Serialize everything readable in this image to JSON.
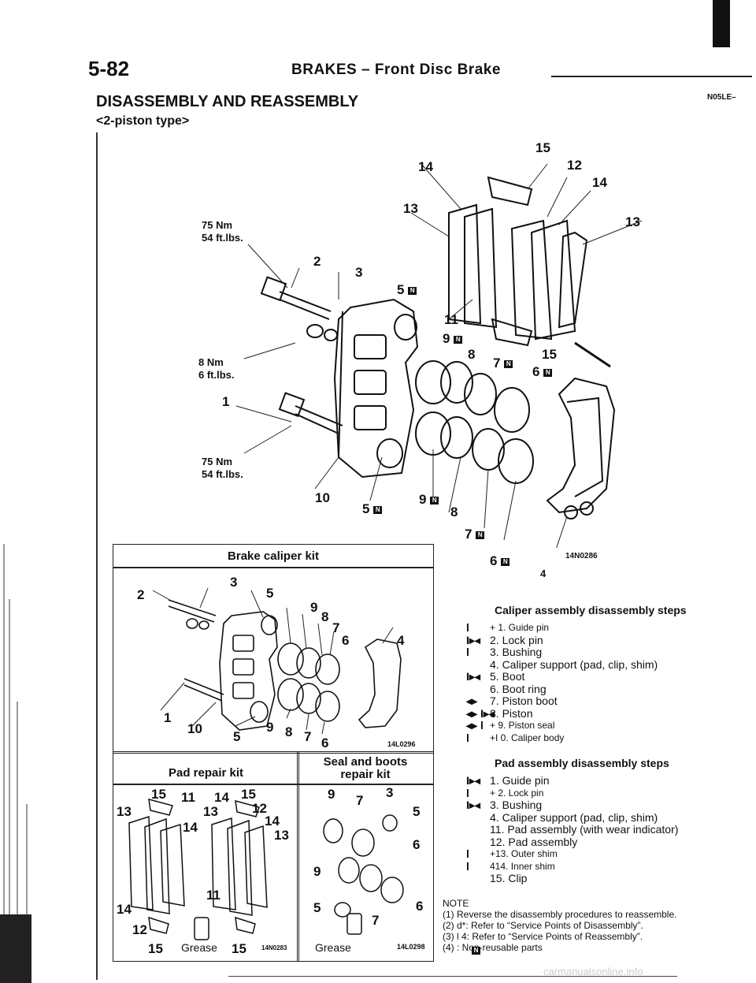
{
  "header": {
    "page_number": "5-82",
    "title": "BRAKES – Front Disc Brake",
    "code": "N05LE–"
  },
  "section": {
    "title": "DISASSEMBLY AND REASSEMBLY",
    "subtitle": "<2-piston type>"
  },
  "torques": {
    "t1": {
      "nm": "75 Nm",
      "ftlbs": "54 ft.lbs."
    },
    "t2": {
      "nm": "8 Nm",
      "ftlbs": "6 ft.lbs."
    },
    "t3": {
      "nm": "75 Nm",
      "ftlbs": "54 ft.lbs."
    }
  },
  "main_labels": {
    "n15": "15",
    "n14a": "14",
    "n12": "12",
    "n14b": "14",
    "n13a": "13",
    "n13b": "13",
    "n2": "2",
    "n3": "3",
    "n5a": "5",
    "n11": "11",
    "n9a": "9",
    "n8a": "8",
    "n15b": "15",
    "n7a": "7",
    "n6a": "6",
    "n1": "1",
    "n10": "10",
    "n5b": "5",
    "n9b": "9",
    "n8b": "8",
    "n7b": "7",
    "n6b": "6",
    "n4": "4",
    "diagram_code": "14N0286"
  },
  "kit_caliper": {
    "title": "Brake caliper kit",
    "code": "14L0296",
    "labels": {
      "n3": "3",
      "n2": "2",
      "n5": "5",
      "n9": "9",
      "n8": "8",
      "n7": "7",
      "n6": "6",
      "n4": "4",
      "n1": "1",
      "n10": "10",
      "n5b": "5",
      "n9b": "9",
      "n8b": "8",
      "n7b": "7",
      "n6b": "6"
    }
  },
  "kit_pad": {
    "title": "Pad repair kit",
    "code": "14N0283",
    "grease": "Grease",
    "labels": {
      "n15a": "15",
      "n11a": "11",
      "n14a": "14",
      "n15b": "15",
      "n13a": "13",
      "n13b": "13",
      "n12a": "12",
      "n14b": "14",
      "n14c": "14",
      "n13c": "13",
      "n14d": "14",
      "n11b": "11",
      "n12b": "12",
      "n15c": "15",
      "n15d": "15"
    }
  },
  "kit_seal": {
    "title_line1": "Seal and boots",
    "title_line2": "repair kit",
    "code": "14L0298",
    "grease": "Grease",
    "labels": {
      "n9a": "9",
      "n7a": "7",
      "n3": "3",
      "n5a": "5",
      "n6a": "6",
      "n9b": "9",
      "n5b": "5",
      "n6b": "6",
      "n7b": "7"
    }
  },
  "caliper_steps": {
    "title": "Caliper assembly disassembly steps",
    "items": [
      {
        "mark": "l",
        "text": "+ 1. Guide pin",
        "small": true
      },
      {
        "mark": "I▸◂",
        "text": "2. Lock pin",
        "small": false
      },
      {
        "mark": "l",
        "text": "3. Bushing",
        "small": false
      },
      {
        "mark": "",
        "text": "4. Caliper support (pad, clip, shim)",
        "small": false
      },
      {
        "mark": "I▸◂",
        "text": "5. Boot",
        "small": false
      },
      {
        "mark": "",
        "text": "6. Boot ring",
        "small": false
      },
      {
        "mark": "◂▸",
        "text": "7. Piston boot",
        "small": false
      },
      {
        "mark": "◂▸ I▸◂",
        "text": "8. Piston",
        "small": false
      },
      {
        "mark": "◂▸  l",
        "text": "+ 9. Piston seal",
        "small": true
      },
      {
        "mark": "l",
        "text": "+I 0. Caliper body",
        "small": true
      }
    ]
  },
  "pad_steps": {
    "title": "Pad assembly disassembly steps",
    "items": [
      {
        "mark": "I▸◂",
        "text": "1. Guide pin",
        "small": false
      },
      {
        "mark": "l",
        "text": "+ 2. Lock pin",
        "small": true
      },
      {
        "mark": "I▸◂",
        "text": "3. Bushing",
        "small": false
      },
      {
        "mark": "",
        "text": "4. Caliper support (pad, clip, shim)",
        "small": false
      },
      {
        "mark": "",
        "text": "11. Pad assembly (with wear indicator)",
        "small": false
      },
      {
        "mark": "",
        "text": "12. Pad assembly",
        "small": false
      },
      {
        "mark": "l",
        "text": "+13. Outer shim",
        "small": true
      },
      {
        "mark": "l",
        "text": "414. Inner shim",
        "small": true
      },
      {
        "mark": "",
        "text": "15. Clip",
        "small": false
      }
    ]
  },
  "note": {
    "heading": "NOTE",
    "lines": [
      "(1)  Reverse  the  disassembly  procedures  to  reassemble.",
      "(2)   d*:  Refer  to  “Service  Points  of  Disassembly”.",
      "(3)   l     4:  Refer  to  “Service  Points  of  Reassembly”.",
      "(4)          :  Non-reusable  parts"
    ]
  },
  "badge": "N",
  "watermark": "carmanualsonline.info"
}
